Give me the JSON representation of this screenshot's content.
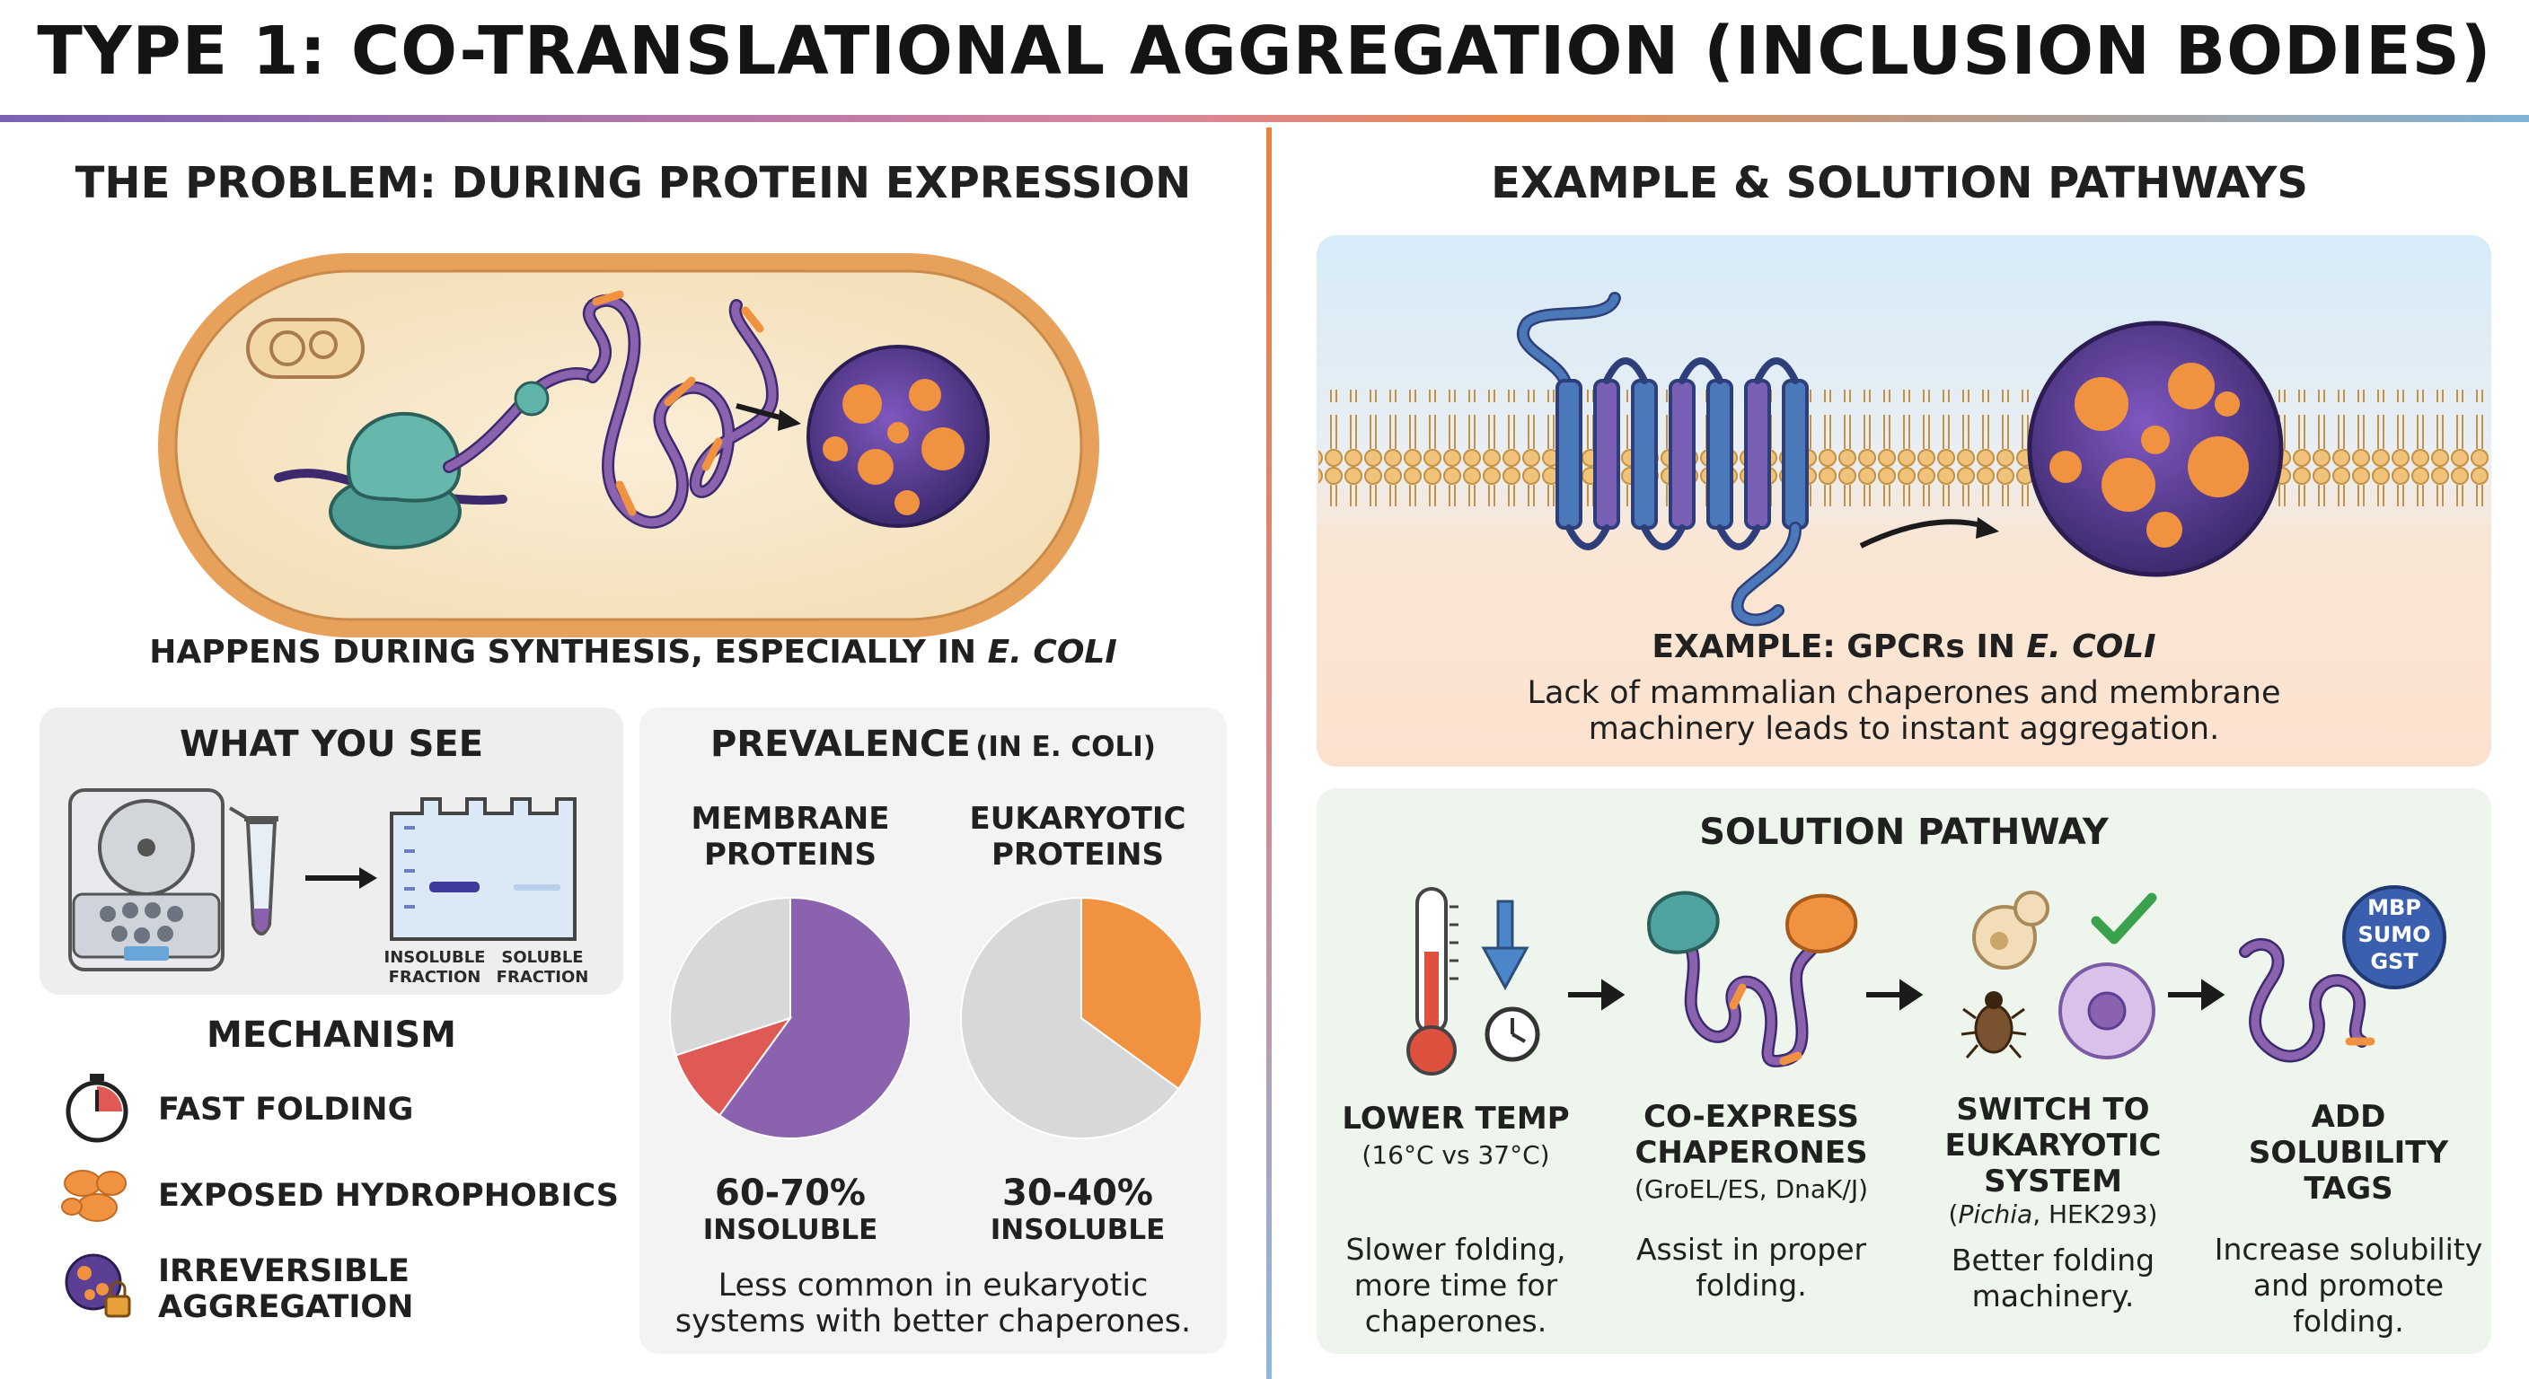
{
  "title": "TYPE 1: CO-TRANSLATIONAL AGGREGATION (INCLUSION BODIES)",
  "left": {
    "heading": "THE PROBLEM: DURING PROTEIN EXPRESSION",
    "caption_pre": "HAPPENS DURING SYNTHESIS, ESPECIALLY IN ",
    "caption_em": "E. COLI",
    "what_you_see": {
      "heading": "WHAT YOU SEE",
      "insoluble": [
        "INSOLUBLE",
        "FRACTION"
      ],
      "soluble": [
        "SOLUBLE",
        "FRACTION"
      ]
    },
    "mechanism": {
      "heading": "MECHANISM",
      "items": [
        {
          "label": "FAST FOLDING",
          "icon": "stopwatch-icon"
        },
        {
          "label": "EXPOSED HYDROPHOBICS",
          "icon": "hydrophobic-blobs-icon"
        },
        {
          "label": "IRREVERSIBLE",
          "label2": "AGGREGATION",
          "icon": "locked-aggregate-icon"
        }
      ]
    },
    "prevalence": {
      "heading": "PREVALENCE",
      "heading_sub": "(IN E. COLI)",
      "footnote": [
        "Less common in eukaryotic",
        "systems with better chaperones."
      ]
    }
  },
  "right": {
    "heading": "EXAMPLE & SOLUTION PATHWAYS",
    "example": {
      "label_pre": "EXAMPLE: GPCRs IN ",
      "label_em": "E. COLI",
      "text": [
        "Lack of mammalian chaperones and membrane",
        "machinery leads to instant aggregation."
      ]
    },
    "solution": {
      "heading": "SOLUTION PATHWAY",
      "steps": [
        {
          "title": [
            "LOWER TEMP"
          ],
          "sub": "(16°C vs 37°C)",
          "desc": [
            "Slower folding,",
            "more time for",
            "chaperones."
          ]
        },
        {
          "title": [
            "CO-EXPRESS",
            "CHAPERONES"
          ],
          "sub": "(GroEL/ES, DnaK/J)",
          "desc": [
            "Assist in proper",
            "folding."
          ]
        },
        {
          "title": [
            "SWITCH TO",
            "EUKARYOTIC",
            "SYSTEM"
          ],
          "sub_em": "Pichia",
          "sub_rest": ", HEK293)",
          "desc": [
            "Better folding",
            "machinery."
          ]
        },
        {
          "title": [
            "ADD",
            "SOLUBILITY",
            "TAGS"
          ],
          "desc": [
            "Increase solubility",
            "and promote",
            "folding."
          ],
          "tags": [
            "MBP",
            "SUMO",
            "GST"
          ]
        }
      ]
    }
  },
  "colors": {
    "purple": "#8a62ae",
    "orange": "#f0923f",
    "red": "#e05a55",
    "grey": "#d6d8da",
    "teal": "#5fb3a9",
    "blue": "#4a78b8"
  },
  "chart_data": [
    {
      "type": "pie",
      "title": "MEMBRANE PROTEINS",
      "value_label": "60-70%",
      "value_sub": "INSOLUBLE",
      "slices": [
        {
          "label": "insoluble",
          "value": 60,
          "color": "#8a62ae"
        },
        {
          "label": "insoluble range",
          "value": 10,
          "color": "#e05a55"
        },
        {
          "label": "soluble",
          "value": 30,
          "color": "#d6d8da"
        }
      ]
    },
    {
      "type": "pie",
      "title": "EUKARYOTIC PROTEINS",
      "value_label": "30-40%",
      "value_sub": "INSOLUBLE",
      "slices": [
        {
          "label": "insoluble",
          "value": 35,
          "color": "#f0923f"
        },
        {
          "label": "soluble",
          "value": 65,
          "color": "#d6d8da"
        }
      ]
    }
  ]
}
